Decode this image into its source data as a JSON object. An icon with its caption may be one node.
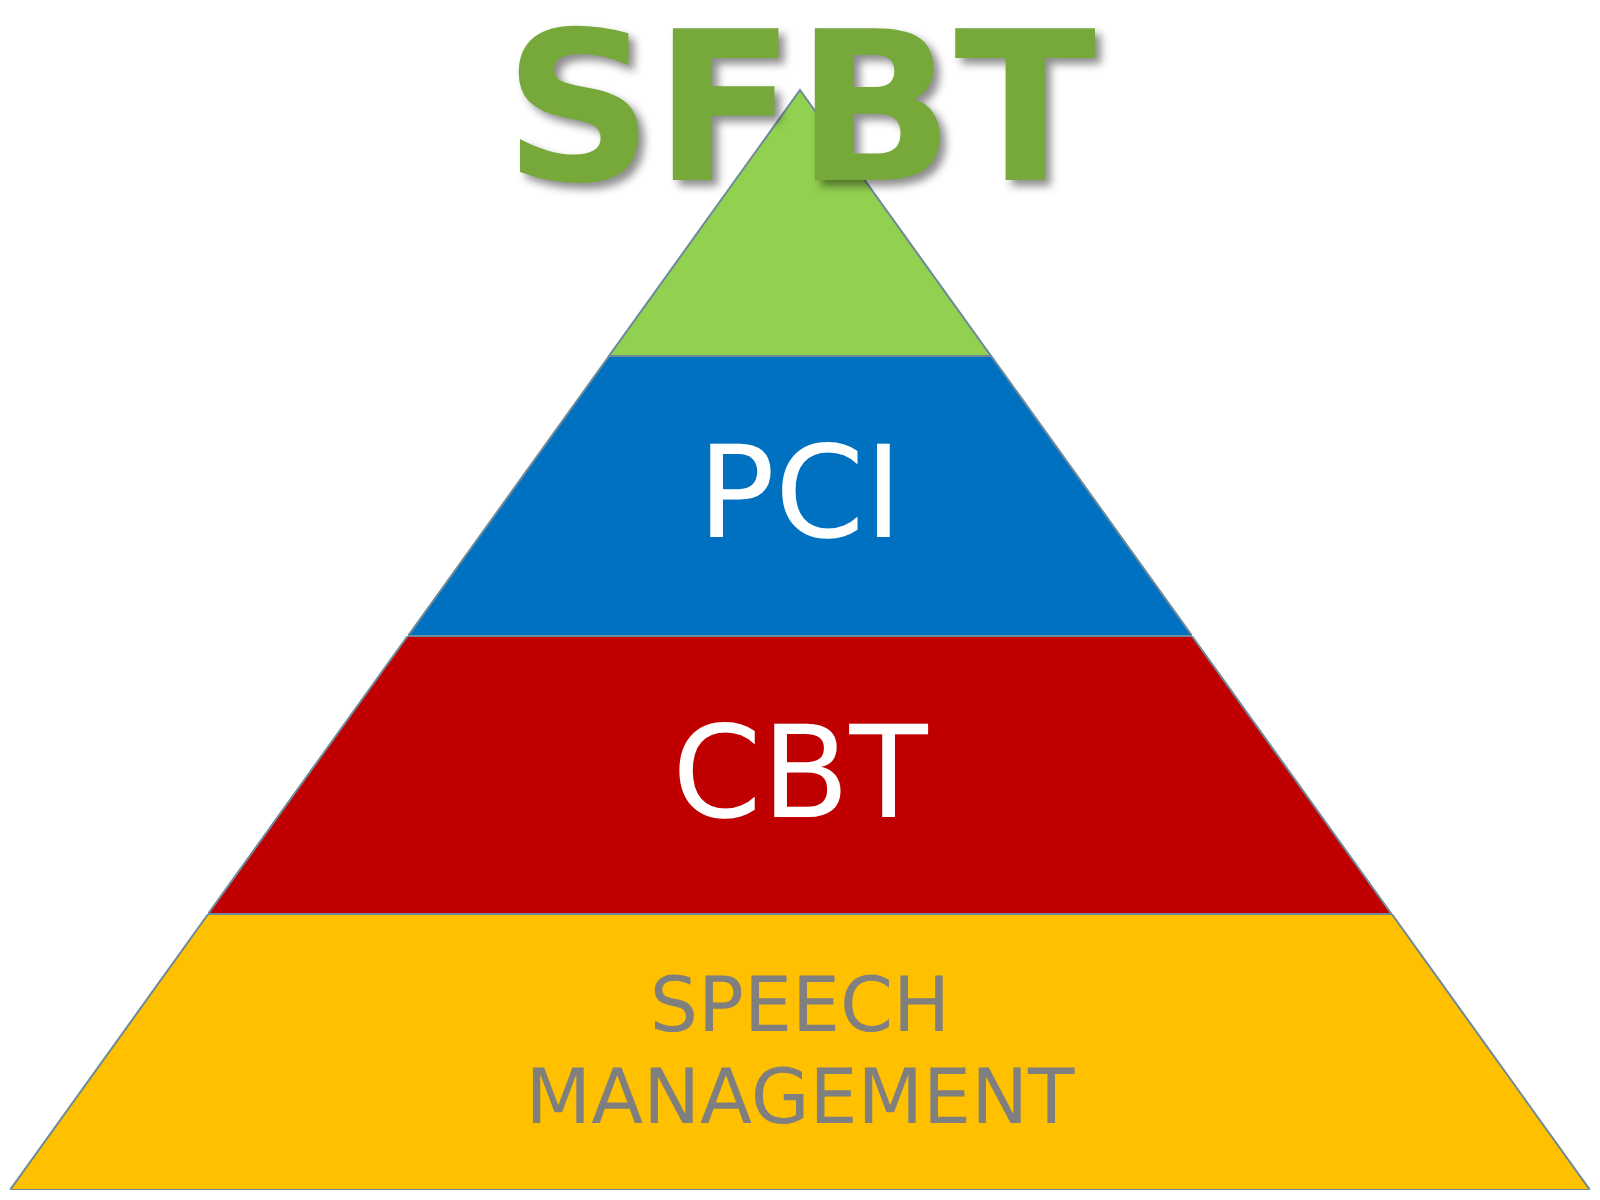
{
  "diagram": {
    "nodes": [
      {
        "text": [
          "SFBT"
        ]
      },
      {
        "text": [
          "PCI"
        ]
      },
      {
        "text": [
          "CBT"
        ]
      },
      {
        "text": [
          "SPEECH MANAGEMENT"
        ]
      }
    ]
  }
}
